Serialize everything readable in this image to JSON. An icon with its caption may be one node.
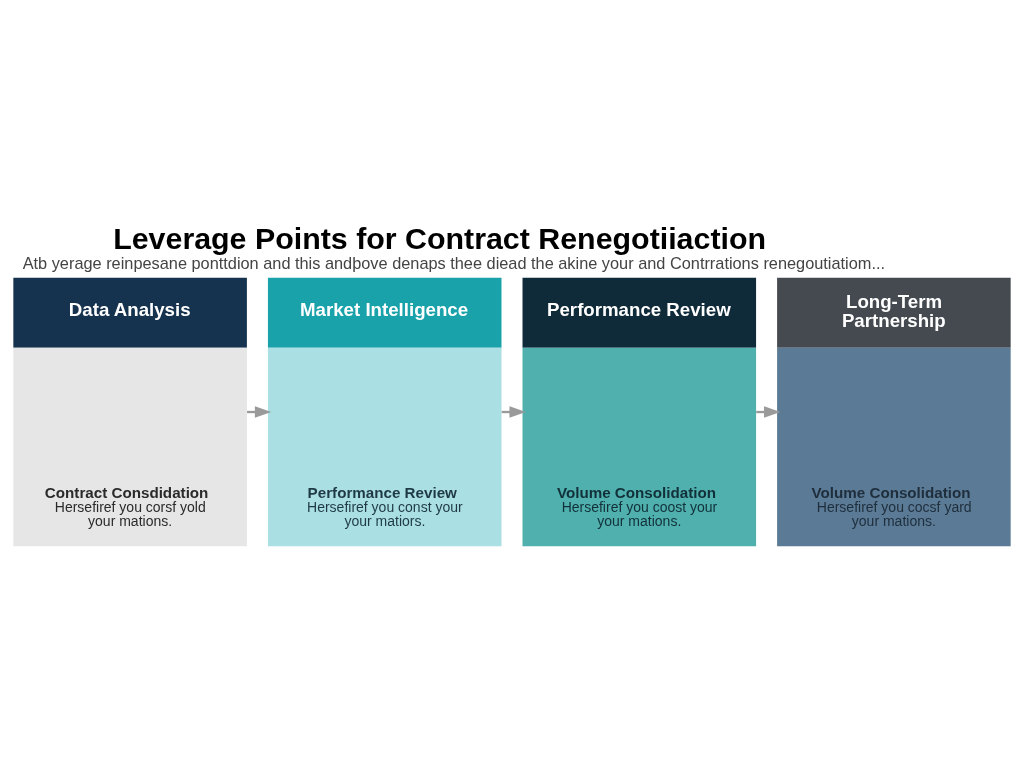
{
  "diagram": {
    "title": "Leverage Points for Contract Renegotiiaction",
    "caption": "Atb yerage reinpesane ponttdion and this andþove denaps thee diead the akine your and Contrrations renegoutiatiom...",
    "nodes": [
      {
        "text": [
          "Data Analysis",
          "Contract Consdidation",
          "Hersefiref you corsf yold your mations."
        ]
      },
      {
        "text": [
          "Market Intelligence",
          "Performance Review",
          "Hersefiref you const your your matiors."
        ]
      },
      {
        "text": [
          "Performance Review",
          "Volume Consolidation",
          "Hersefiref you coost your your mations."
        ]
      },
      {
        "text": [
          "Long-Term Partnership",
          "Volume Consolidation",
          "Hersefiref you cocsf yard your mations."
        ]
      }
    ],
    "edges": [
      {
        "from": 0,
        "to": 1,
        "arrow": "to"
      },
      {
        "from": 1,
        "to": 2,
        "arrow": "to"
      },
      {
        "from": 2,
        "to": 3,
        "arrow": "to"
      }
    ]
  }
}
